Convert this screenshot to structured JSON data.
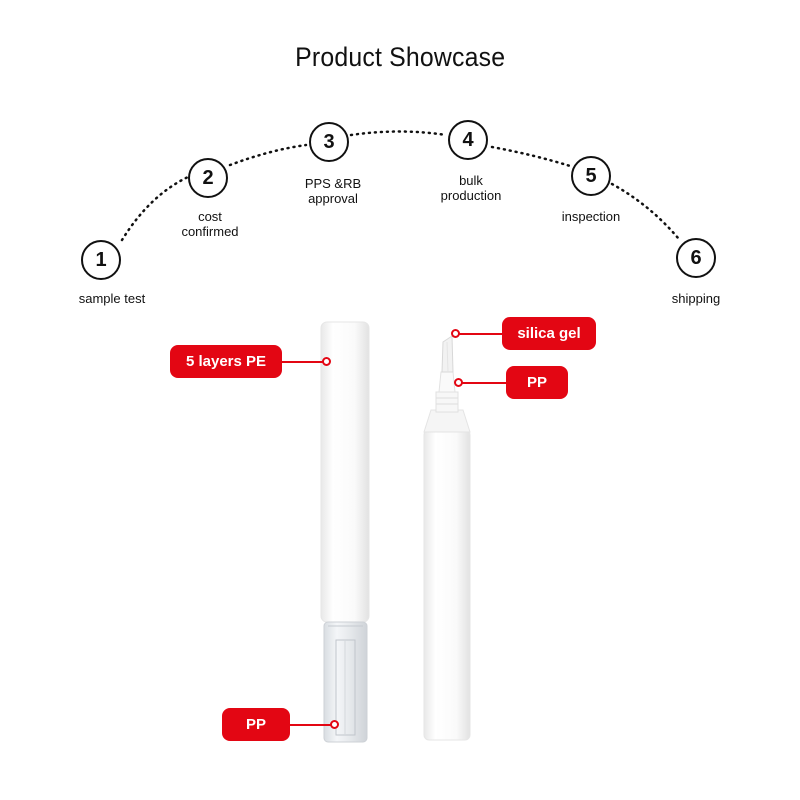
{
  "title": "Product Showcase",
  "steps": [
    {
      "number": "1",
      "label": "sample test"
    },
    {
      "number": "2",
      "label": "cost\nconfirmed"
    },
    {
      "number": "3",
      "label": "PPS &RB\napproval"
    },
    {
      "number": "4",
      "label": "bulk\nproduction"
    },
    {
      "number": "5",
      "label": "inspection"
    },
    {
      "number": "6",
      "label": "shipping"
    }
  ],
  "callouts": {
    "pe": "5 layers PE",
    "pp_bottom": "PP",
    "silica": "silica gel",
    "pp_top": "PP"
  },
  "colors": {
    "accent": "#e30613",
    "text": "#111111"
  }
}
